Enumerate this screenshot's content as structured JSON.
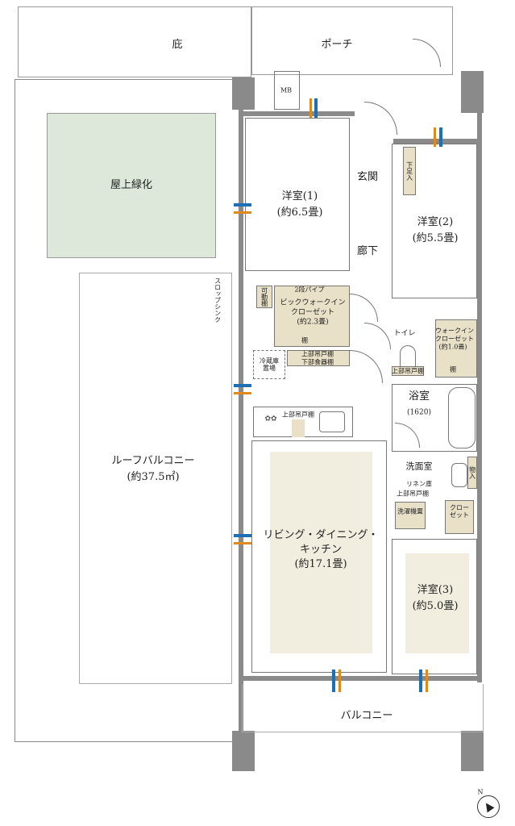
{
  "labels": {
    "eaves": "庇",
    "porch": "ポーチ",
    "meter_box": "MB",
    "rooftop_greening": "屋上緑化",
    "slop_sink": "スロップシンク",
    "roof_balcony": "ルーフバルコニー",
    "roof_balcony_area": "(約37.5㎡)",
    "western_room_1": "洋室(1)",
    "western_room_1_size": "(約6.5畳)",
    "entrance": "玄関",
    "shoe_storage": "下足入",
    "western_room_2": "洋室(2)",
    "western_room_2_size": "(約5.5畳)",
    "hallway": "廊下",
    "movable_shelf": "可動棚",
    "two_tier_pipe": "2段パイプ",
    "big_wic": "ビックウォークイン",
    "big_wic_2": "クローゼット",
    "big_wic_size": "(約2.3畳)",
    "shelf": "棚",
    "toilet": "トイレ",
    "wic_small": "ウォークイン",
    "wic_small_2": "クローゼット",
    "wic_small_size": "(約1.0畳)",
    "upper_cabinet_toilet": "上部吊戸棚",
    "fridge_space": "冷蔵庫置場",
    "upper_cabinet": "上部吊戸棚",
    "lower_dish_storage": "下部食器棚",
    "kitchen_upper_cabinet": "上部吊戸棚",
    "bathroom": "浴室",
    "bathroom_size": "(1620)",
    "washroom": "洗面室",
    "storage": "物入",
    "linen_cabinet": "リネン庫",
    "washroom_upper_cabinet": "上部吊戸棚",
    "washing_machine": "洗濯機置",
    "closet": "クローゼット",
    "ldk_1": "リビング・ダイニング・",
    "ldk_2": "キッチン",
    "ldk_size": "(約17.1畳)",
    "western_room_3": "洋室(3)",
    "western_room_3_size": "(約5.0畳)",
    "balcony": "バルコニー",
    "north": "N"
  },
  "colors": {
    "closet": "#e9e0c8",
    "ldk": "#f2eedf",
    "greening": "#dde8da",
    "wall": "#8a8a8a",
    "window_blue": "#1e6fb4",
    "window_orange": "#e08a1e"
  }
}
